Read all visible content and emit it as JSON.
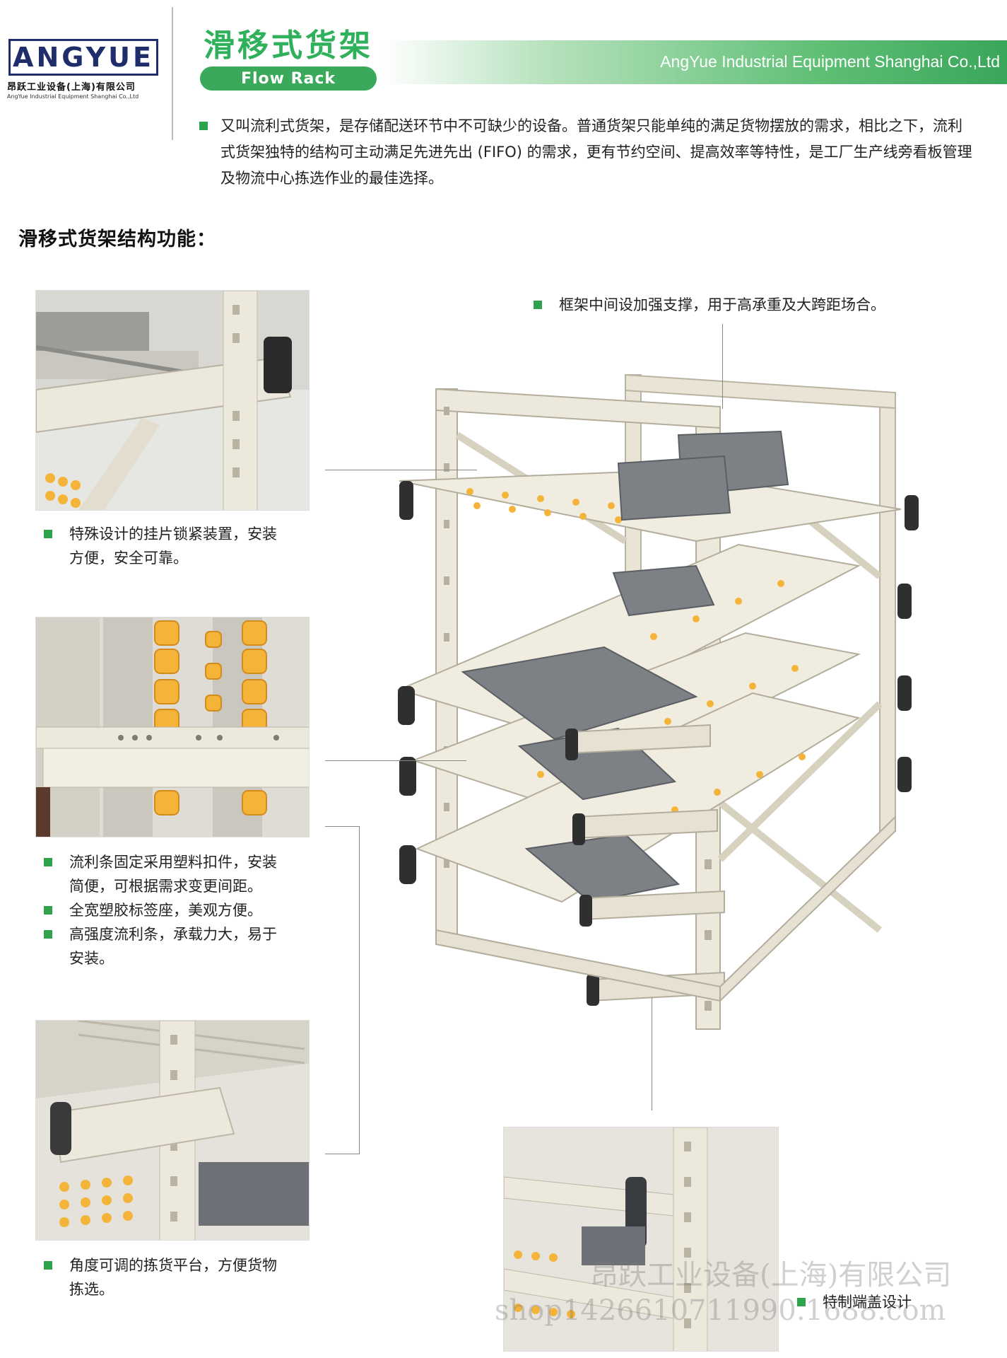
{
  "header": {
    "logo_text": "ANGYUE",
    "company_cn": "昂跃工业设备(上海)有限公司",
    "company_en_small": "AngYue Industrial Equipment Shanghai Co.,Ltd",
    "title_cn": "滑移式货架",
    "title_en": "Flow Rack",
    "company_en": "AngYue Industrial Equipment Shanghai Co.,Ltd"
  },
  "intro": {
    "text": "又叫流利式货架，是存储配送环节中不可缺少的设备。普通货架只能单纯的满足货物摆放的需求，相比之下，流利式货架独特的结构可主动满足先进先出 (FIFO) 的需求，更有节约空间、提高效率等特性，是工厂生产线旁看板管理及物流中心拣选作业的最佳选择。"
  },
  "section": {
    "title": "滑移式货架结构功能："
  },
  "features": {
    "top_note": "框架中间设加强支撑，用于高承重及大跨距场合。",
    "cap1_line1": "特殊设计的挂片锁紧装置，安装",
    "cap1_line2": "方便，安全可靠。",
    "cap2_line1": "流利条固定采用塑料扣件，安装",
    "cap2_line2": "简便，可根据需求变更间距。",
    "cap3": "全宽塑胶标签座，美观方便。",
    "cap4_line1": "高强度流利条，承载力大，易于",
    "cap4_line2": "安装。",
    "cap5_line1": "角度可调的拣货平台，方便货物",
    "cap5_line2": "拣选。",
    "cap6": "特制端盖设计"
  },
  "watermark": {
    "line1": "昂跃工业设备(上海)有限公司",
    "line2": "shop1426610711990.1688.com"
  },
  "colors": {
    "brand_green": "#2fa24c",
    "logo_navy": "#1f2d6b",
    "rack_frame": "#e7e2d3",
    "roller_orange": "#f4b43a",
    "bin_grey": "#7d8085"
  }
}
